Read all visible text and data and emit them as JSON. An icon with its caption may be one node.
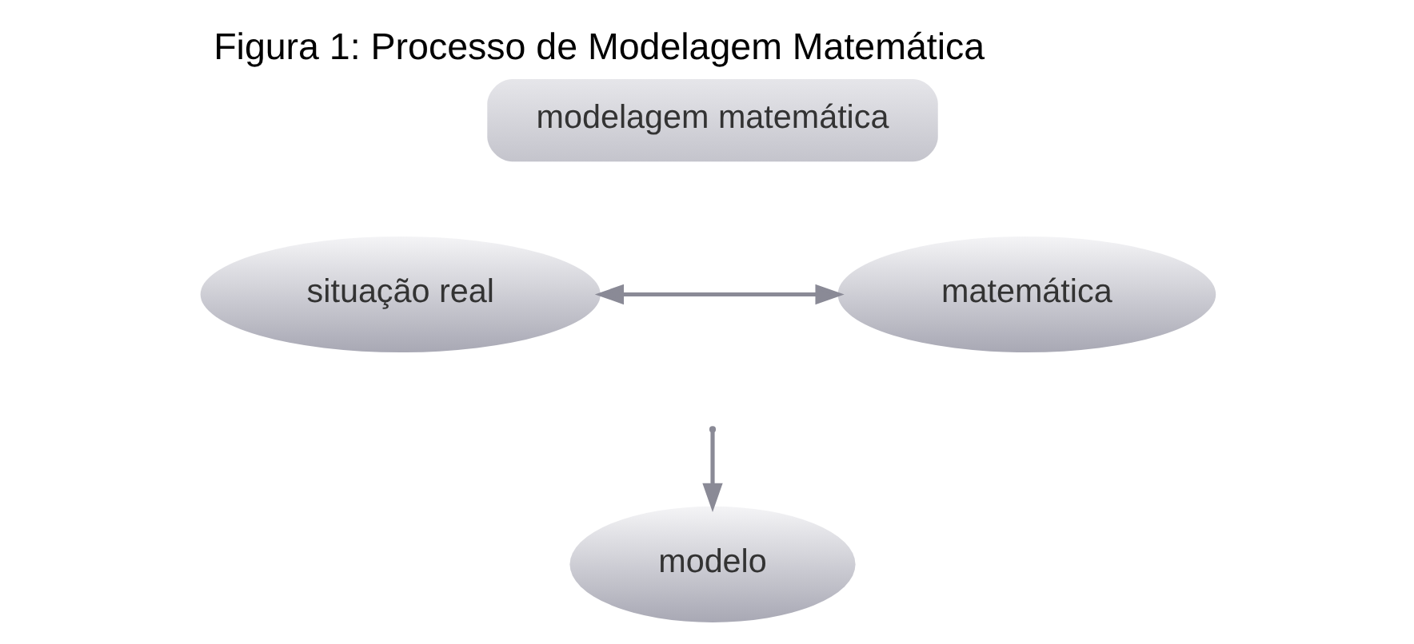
{
  "diagram": {
    "title": "Figura 1: Processo de Modelagem Matemática",
    "nodes": [
      {
        "text": [
          "modelagem matemática"
        ]
      },
      {
        "text": [
          "situação real"
        ]
      },
      {
        "text": [
          "matemática"
        ]
      },
      {
        "text": [
          "modelo"
        ]
      }
    ],
    "edges": [
      {
        "from": 1,
        "to": 2,
        "arrow": "both"
      },
      {
        "from": null,
        "to": 3,
        "arrow": "to"
      }
    ]
  }
}
